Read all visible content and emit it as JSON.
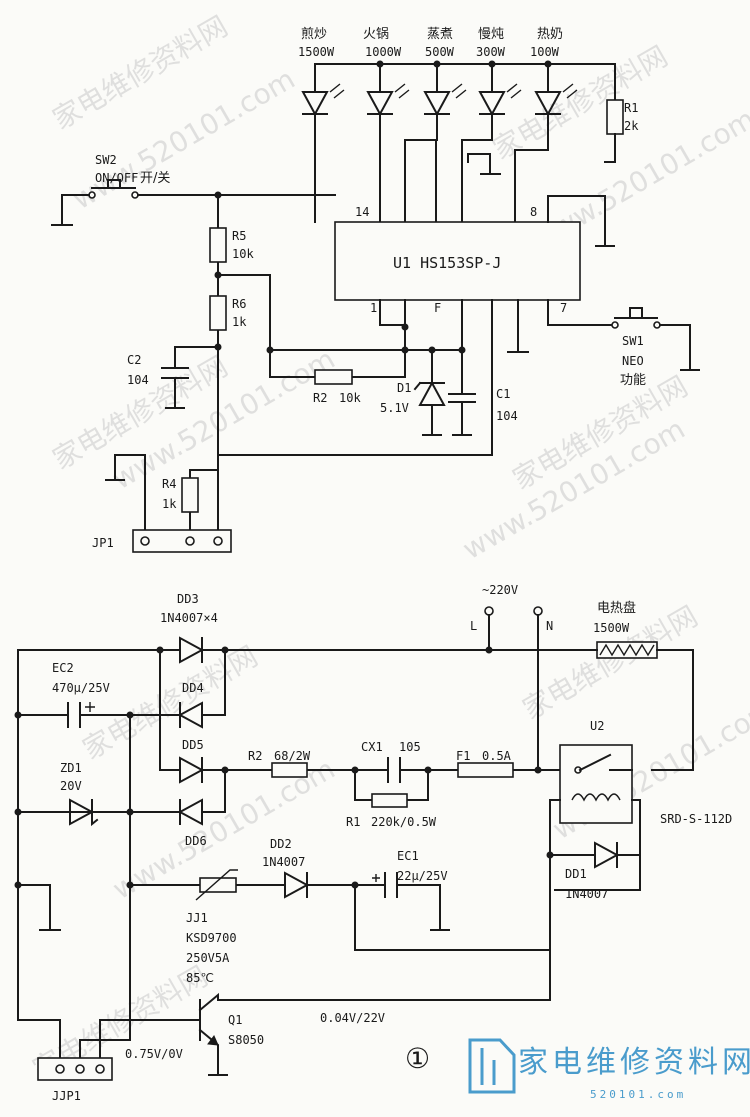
{
  "top": {
    "mode_leds": [
      {
        "name": "煎炒",
        "power": "1500W"
      },
      {
        "name": "火锅",
        "power": "1000W"
      },
      {
        "name": "蒸煮",
        "power": "500W"
      },
      {
        "name": "慢炖",
        "power": "300W"
      },
      {
        "name": "热奶",
        "power": "100W"
      }
    ],
    "ic": {
      "label": "U1 HS153SP-J",
      "pin14": "14",
      "pin8": "8",
      "pin1": "1",
      "pin7": "7",
      "pinF": "F"
    },
    "sw2": {
      "ref": "SW2",
      "type": "ON/OFF",
      "action": "开/关"
    },
    "sw1": {
      "ref": "SW1",
      "type": "NEO",
      "action": "功能"
    },
    "r1": {
      "ref": "R1",
      "value": "2k"
    },
    "r5": {
      "ref": "R5",
      "value": "10k"
    },
    "r6": {
      "ref": "R6",
      "value": "1k"
    },
    "r2": {
      "ref": "R2",
      "value": "10k"
    },
    "r4": {
      "ref": "R4",
      "value": "1k"
    },
    "c2": {
      "ref": "C2",
      "value": "104"
    },
    "c1": {
      "ref": "C1",
      "value": "104"
    },
    "d1": {
      "ref": "D1",
      "value": "5.1V"
    },
    "jp1": {
      "ref": "JP1"
    }
  },
  "bottom": {
    "mains": {
      "voltage": "~220V",
      "l": "L",
      "n": "N"
    },
    "heater": {
      "name": "电热盘",
      "power": "1500W"
    },
    "dd3": {
      "ref": "DD3",
      "value": "1N4007×4"
    },
    "dd4": {
      "ref": "DD4"
    },
    "dd5": {
      "ref": "DD5"
    },
    "dd6": {
      "ref": "DD6"
    },
    "ec2": {
      "ref": "EC2",
      "value": "470μ/25V"
    },
    "zd1": {
      "ref": "ZD1",
      "value": "20V"
    },
    "r2": {
      "ref": "R2",
      "value": "68/2W"
    },
    "cx1": {
      "ref": "CX1",
      "value": "105"
    },
    "f1": {
      "ref": "F1",
      "value": "0.5A"
    },
    "r1": {
      "ref": "R1",
      "value": "220k/0.5W"
    },
    "u2": {
      "ref": "U2",
      "model": "SRD-S-112D"
    },
    "dd2": {
      "ref": "DD2",
      "value": "1N4007"
    },
    "ec1": {
      "ref": "EC1",
      "value": "22μ/25V"
    },
    "dd1": {
      "ref": "DD1",
      "value": "1N4007"
    },
    "jj1": {
      "ref": "JJ1",
      "model": "KSD9700",
      "rating": "250V5A",
      "temp": "85℃"
    },
    "q1": {
      "ref": "Q1",
      "model": "S8050"
    },
    "v_base": "0.75V/0V",
    "v_coll": "0.04V/22V",
    "jjp1": {
      "ref": "JJP1"
    },
    "figure_no": "①"
  },
  "watermark": {
    "site": "家电维修资料网",
    "url": "www.520101.com",
    "logo_text": "家电维修资料网",
    "logo_url": "520101.com"
  }
}
